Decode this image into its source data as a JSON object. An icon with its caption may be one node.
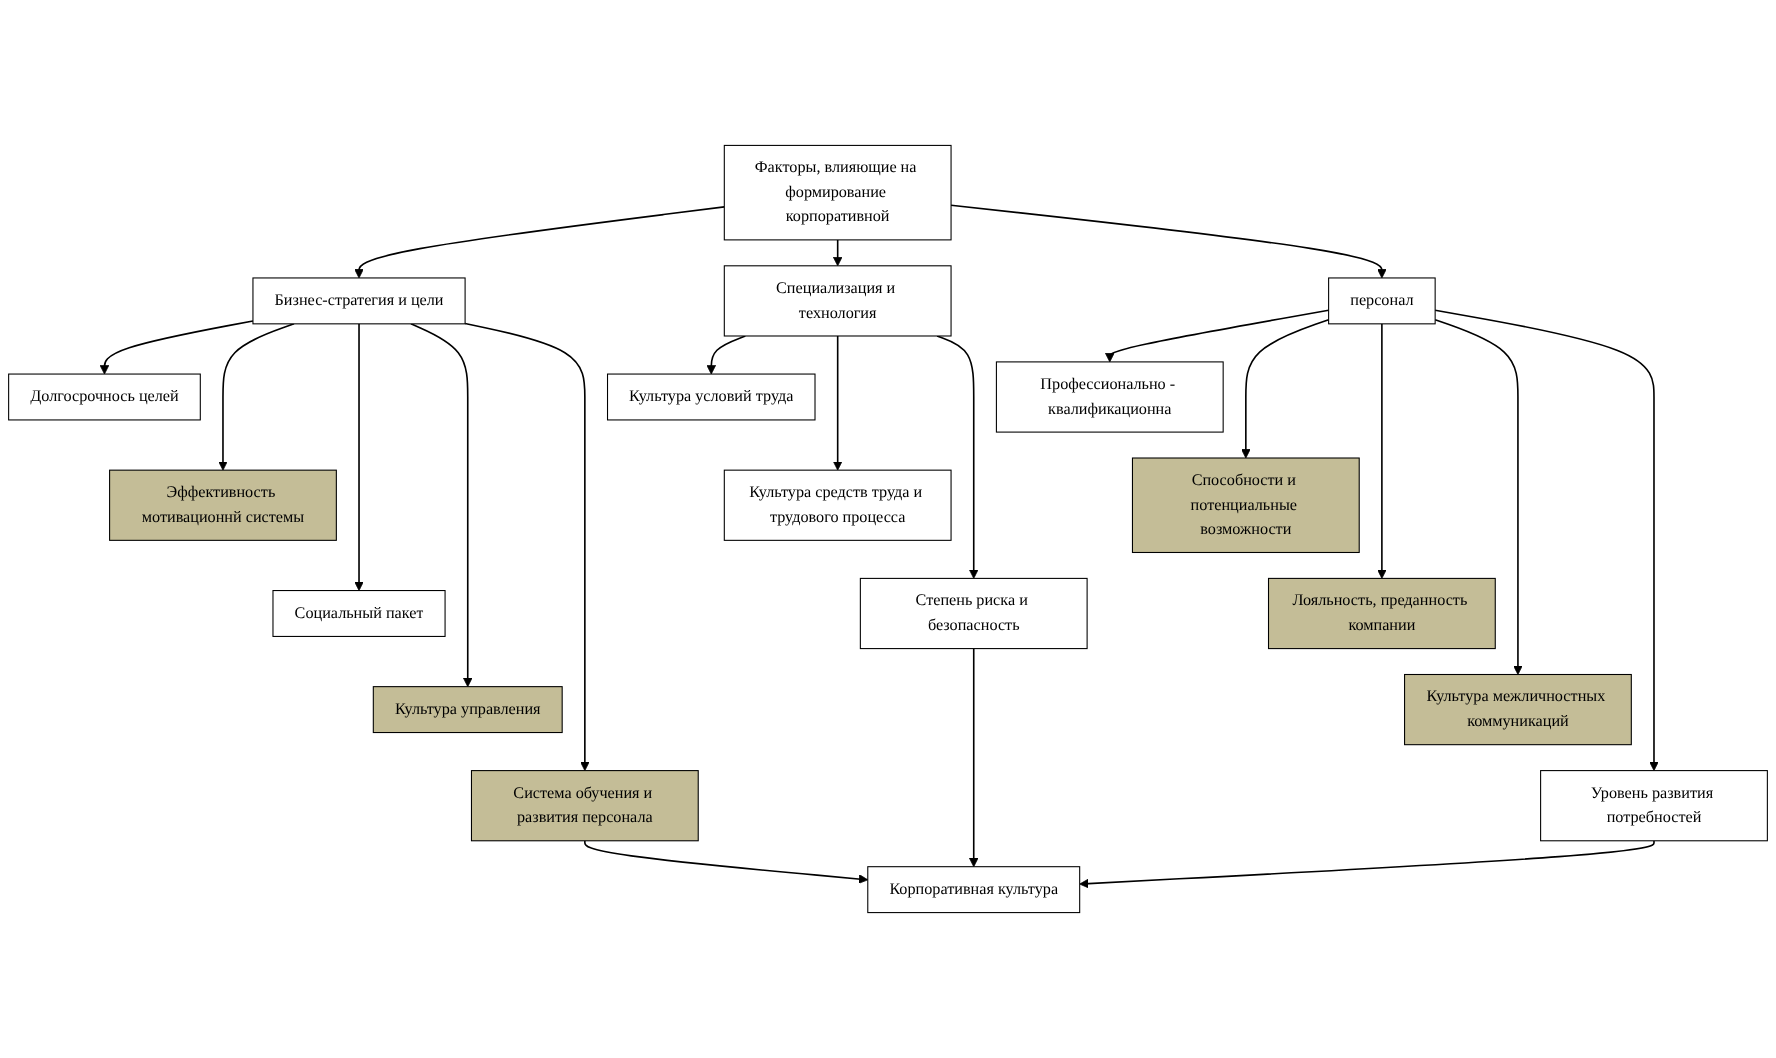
{
  "diagram": {
    "nodes": [
      {
        "text": [
          "Факторы, влияющие на формирование корпоративной"
        ]
      },
      {
        "text": [
          "Бизнес-стратегия и цели"
        ]
      },
      {
        "text": [
          "Специализация и технология"
        ]
      },
      {
        "text": [
          "персонал"
        ]
      },
      {
        "text": [
          "Долгосрочнось целей"
        ]
      },
      {
        "text": [
          "Эффективность мотивационнй системы"
        ]
      },
      {
        "text": [
          "Социальный пакет"
        ]
      },
      {
        "text": [
          "Культура управления"
        ]
      },
      {
        "text": [
          "Система обучения и развития персонала"
        ]
      },
      {
        "text": [
          "Культура условий труда"
        ]
      },
      {
        "text": [
          "Культура средств труда и трудового процесса"
        ]
      },
      {
        "text": [
          "Степень риска и безопасность"
        ]
      },
      {
        "text": [
          "Профессионально - квалификационна"
        ]
      },
      {
        "text": [
          "Способности и потенциальные возможности"
        ]
      },
      {
        "text": [
          "Лояльность, преданность компании"
        ]
      },
      {
        "text": [
          "Культура межличностных коммуникаций"
        ]
      },
      {
        "text": [
          "Уровень развития потребностей"
        ]
      },
      {
        "text": [
          "Корпоративная культура"
        ]
      }
    ],
    "edges": [
      {
        "from": 0,
        "to": 1,
        "arrow": "to"
      },
      {
        "from": 0,
        "to": 2,
        "arrow": "to"
      },
      {
        "from": 0,
        "to": 3,
        "arrow": "to"
      },
      {
        "from": 1,
        "to": 4,
        "arrow": "to"
      },
      {
        "from": 1,
        "to": 5,
        "arrow": "to"
      },
      {
        "from": 1,
        "to": 6,
        "arrow": "to"
      },
      {
        "from": 1,
        "to": 7,
        "arrow": "to"
      },
      {
        "from": 1,
        "to": 8,
        "arrow": "to"
      },
      {
        "from": 2,
        "to": 9,
        "arrow": "to"
      },
      {
        "from": 2,
        "to": 10,
        "arrow": "to"
      },
      {
        "from": 2,
        "to": 11,
        "arrow": "to"
      },
      {
        "from": 3,
        "to": 12,
        "arrow": "to"
      },
      {
        "from": 3,
        "to": 13,
        "arrow": "to"
      },
      {
        "from": 3,
        "to": 14,
        "arrow": "to"
      },
      {
        "from": 3,
        "to": 15,
        "arrow": "to"
      },
      {
        "from": 3,
        "to": 16,
        "arrow": "to"
      },
      {
        "from": 8,
        "to": 17,
        "arrow": "to"
      },
      {
        "from": 11,
        "to": 17,
        "arrow": "to"
      },
      {
        "from": 16,
        "to": 17,
        "arrow": "to"
      }
    ]
  }
}
